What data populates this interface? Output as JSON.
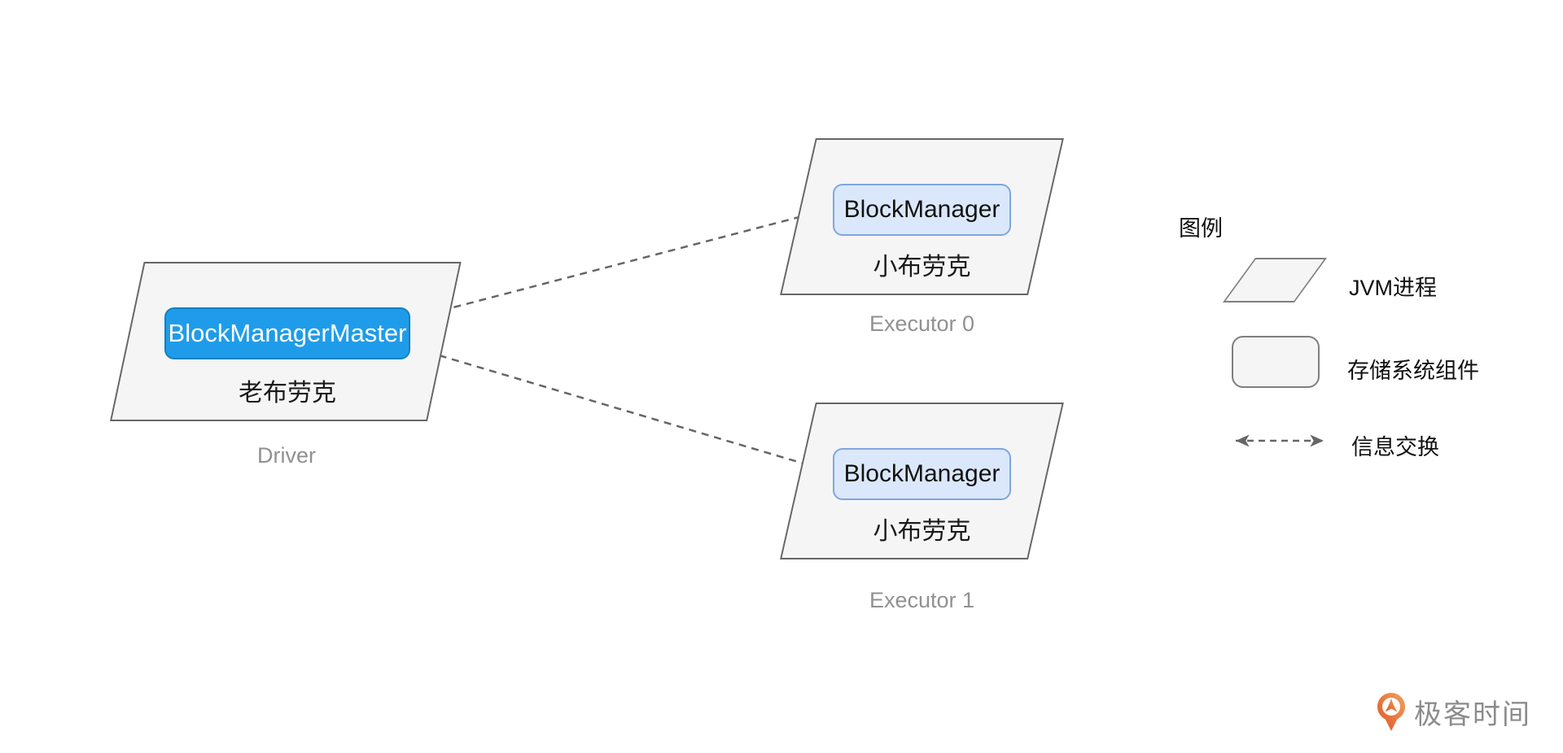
{
  "diagram": {
    "driver": {
      "box_label": "BlockManagerMaster",
      "nickname": "老布劳克",
      "caption": "Driver"
    },
    "executor0": {
      "box_label": "BlockManager",
      "nickname": "小布劳克",
      "caption": "Executor 0"
    },
    "executor1": {
      "box_label": "BlockManager",
      "nickname": "小布劳克",
      "caption": "Executor 1"
    },
    "connections": [
      {
        "from": "BlockManagerMaster",
        "to": "BlockManager (Executor 0)",
        "style": "dashed-double-arrow"
      },
      {
        "from": "BlockManagerMaster",
        "to": "BlockManager (Executor 1)",
        "style": "dashed-double-arrow"
      }
    ]
  },
  "legend": {
    "title": "图例",
    "items": [
      {
        "symbol": "parallelogram-icon",
        "label": "JVM进程"
      },
      {
        "symbol": "rounded-rect-icon",
        "label": "存储系统组件"
      },
      {
        "symbol": "dashed-double-arrow-icon",
        "label": "信息交换"
      }
    ]
  },
  "branding": {
    "logo_text": "极客时间",
    "logo_icon": "geektime-logo"
  },
  "colors": {
    "master_fill": "#1f9ce9",
    "master_border": "#1380c2",
    "worker_fill": "#dbe8fb",
    "worker_border": "#7ea6e0",
    "process_fill": "#f5f5f5",
    "process_border": "#666666",
    "arrow": "#666666",
    "caption_gray": "#919191",
    "logo_orange": "#e8622d"
  }
}
